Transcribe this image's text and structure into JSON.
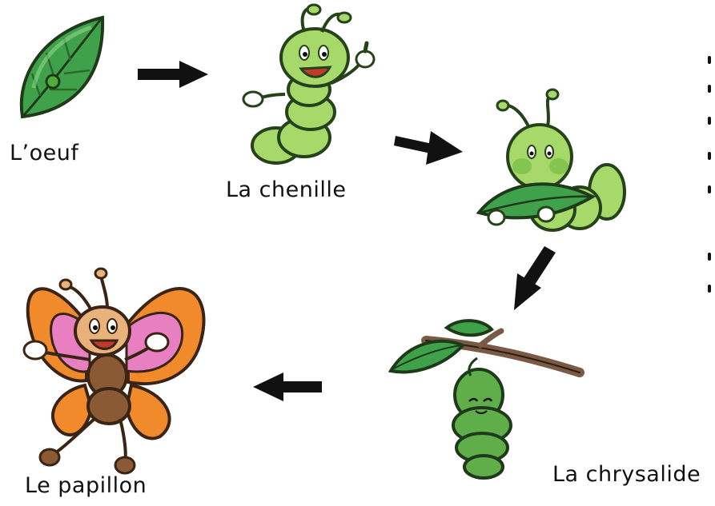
{
  "labels": {
    "egg": "L’oeuf",
    "caterpillar": "La chenille",
    "chrysalis": "La chrysalide",
    "butterfly": "Le papillon"
  },
  "colors": {
    "leaf": "#3fa24a",
    "leaf_dark": "#1f5f25",
    "caterpillar": "#a6d96a",
    "caterpillar_shade": "#7cbf48",
    "chrysalis": "#5fae4a",
    "branch": "#7a5a44",
    "wing_orange": "#f08a2a",
    "wing_pink": "#e77fc0",
    "butterfly_body": "#8a5a34",
    "arrow": "#111111"
  }
}
